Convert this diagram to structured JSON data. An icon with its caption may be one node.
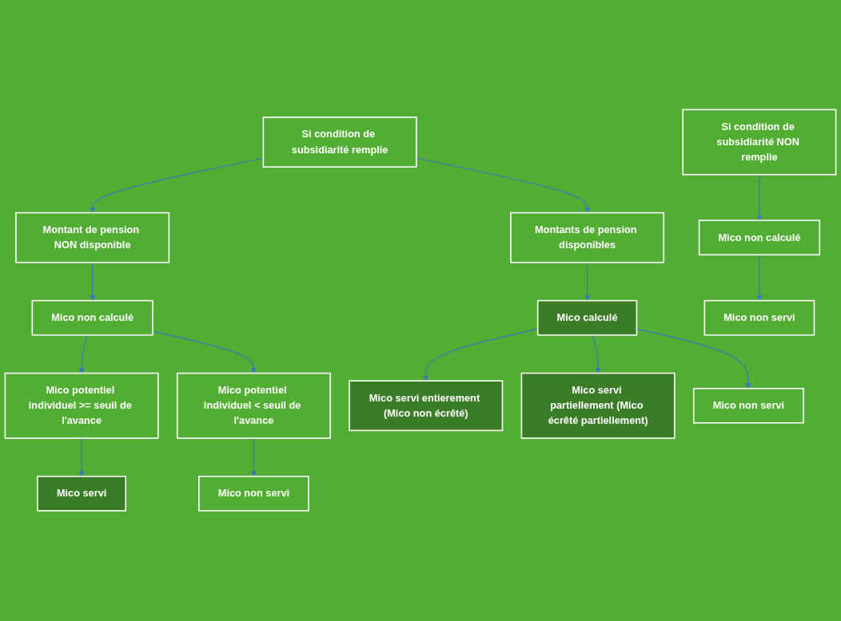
{
  "diagram": {
    "nodes": [
      {
        "text": [
          "Si condition de subsidiarité remplie"
        ]
      },
      {
        "text": [
          "Si condition de subsidiarité NON remplie"
        ]
      },
      {
        "text": [
          "Montants de pension disponibles"
        ]
      },
      {
        "text": [
          "Montant de pension NON disponible"
        ]
      },
      {
        "text": [
          "Mico calculé"
        ]
      },
      {
        "text": [
          "Mico non calculé"
        ]
      },
      {
        "text": [
          "Mico non calculé"
        ]
      },
      {
        "text": [
          "Mico potentiel individuel >= seuil de l'avance"
        ]
      },
      {
        "text": [
          "Mico potentiel individuel < seuil de l'avance"
        ]
      },
      {
        "text": [
          "Mico servi entierement (Mico non écrêté)"
        ]
      },
      {
        "text": [
          "Mico servi partiellement (Mico écrêté partiellement)"
        ]
      },
      {
        "text": [
          "Mico non servi"
        ]
      },
      {
        "text": [
          "Mico servi"
        ]
      },
      {
        "text": [
          "Mico non servi"
        ]
      },
      {
        "text": [
          "Mico non servi"
        ]
      }
    ],
    "edges": [
      {
        "from": 0,
        "to": 2,
        "arrow": "to"
      },
      {
        "from": 0,
        "to": 3,
        "arrow": "to"
      },
      {
        "from": 1,
        "to": 6,
        "arrow": "to"
      },
      {
        "from": 2,
        "to": 4,
        "arrow": "to"
      },
      {
        "from": 3,
        "to": 5,
        "arrow": "to"
      },
      {
        "from": 6,
        "to": 14,
        "arrow": "to"
      },
      {
        "from": 4,
        "to": 9,
        "arrow": "to"
      },
      {
        "from": 4,
        "to": 10,
        "arrow": "to"
      },
      {
        "from": 4,
        "to": 11,
        "arrow": "to"
      },
      {
        "from": 5,
        "to": 7,
        "arrow": "to"
      },
      {
        "from": 5,
        "to": 8,
        "arrow": "to"
      },
      {
        "from": 7,
        "to": 12,
        "arrow": "to"
      },
      {
        "from": 8,
        "to": 13,
        "arrow": "to"
      }
    ]
  }
}
